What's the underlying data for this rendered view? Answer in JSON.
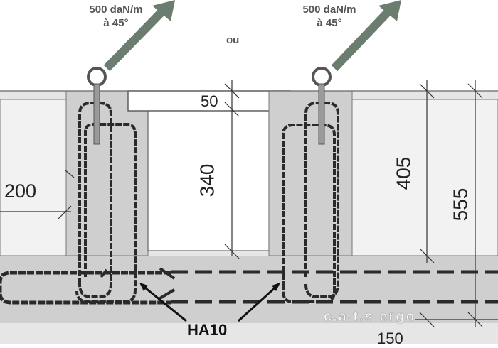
{
  "loads": [
    {
      "value_line": "500 daN/m",
      "angle_line": "à 45°"
    },
    {
      "value_line": "500 daN/m",
      "angle_line": "à 45°"
    }
  ],
  "separator_text": "ou",
  "dimensions": {
    "left_width": "200",
    "top_thickness": "50",
    "void_height": "340",
    "beam_depth": "405",
    "total_height": "555",
    "bottom": "150"
  },
  "rebar_label": "HA10",
  "watermark": "c.a.t.s ergo",
  "colors": {
    "arrow": "#6b7d6e",
    "concrete_light": "#e6e6e6",
    "concrete_mid": "#cfcfcf",
    "rebar": "#2a2a2a",
    "text": "#555555"
  }
}
